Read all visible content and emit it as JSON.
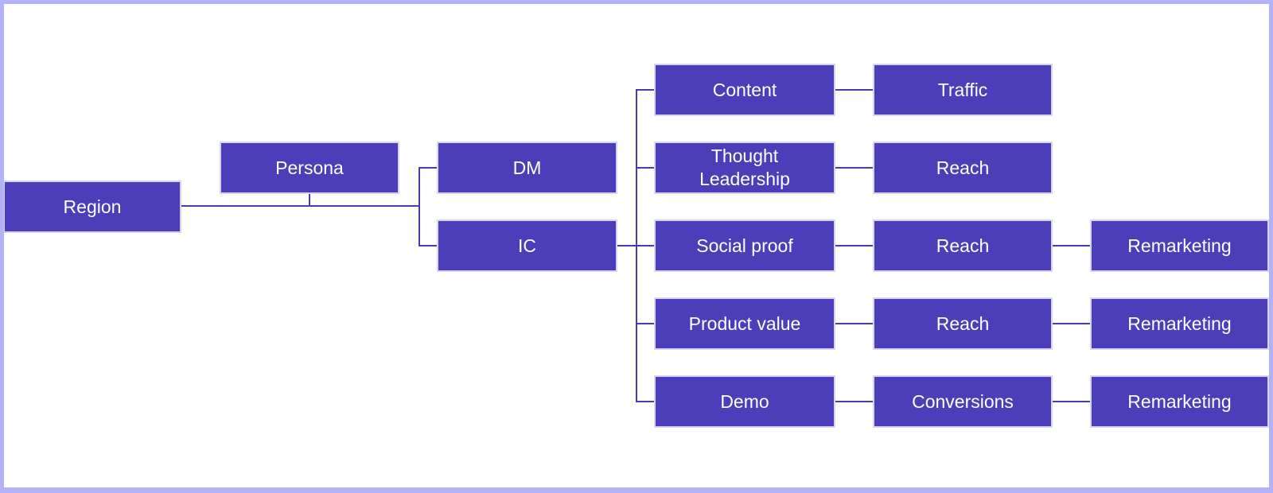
{
  "diagram": {
    "type": "flowchart",
    "colors": {
      "background": "#ffffff",
      "frame_border": "#b3b2f7",
      "node_fill": "#4c3eb8",
      "node_outline": "#d8d5f3",
      "node_text": "#ffffff",
      "connector": "#4a3aae"
    },
    "nodes": [
      {
        "id": "region",
        "label": "Region"
      },
      {
        "id": "persona",
        "label": "Persona"
      },
      {
        "id": "dm",
        "label": "DM"
      },
      {
        "id": "ic",
        "label": "IC"
      },
      {
        "id": "content",
        "label": "Content"
      },
      {
        "id": "traffic",
        "label": "Traffic"
      },
      {
        "id": "thought-leadership",
        "label": "Thought Leadership"
      },
      {
        "id": "reach-row2",
        "label": "Reach"
      },
      {
        "id": "social-proof",
        "label": "Social proof"
      },
      {
        "id": "reach-row3",
        "label": "Reach"
      },
      {
        "id": "remarketing-row3",
        "label": "Remarketing"
      },
      {
        "id": "product-value",
        "label": "Product value"
      },
      {
        "id": "reach-row4",
        "label": "Reach"
      },
      {
        "id": "remarketing-row4",
        "label": "Remarketing"
      },
      {
        "id": "demo",
        "label": "Demo"
      },
      {
        "id": "conversions",
        "label": "Conversions"
      },
      {
        "id": "remarketing-row5",
        "label": "Remarketing"
      }
    ],
    "edges": [
      {
        "from": "region",
        "to": "dm"
      },
      {
        "from": "region",
        "to": "ic"
      },
      {
        "from": "persona",
        "to": "region-branch-line"
      },
      {
        "from": "ic",
        "to": "content"
      },
      {
        "from": "ic",
        "to": "thought-leadership"
      },
      {
        "from": "ic",
        "to": "social-proof"
      },
      {
        "from": "ic",
        "to": "product-value"
      },
      {
        "from": "ic",
        "to": "demo"
      },
      {
        "from": "content",
        "to": "traffic"
      },
      {
        "from": "thought-leadership",
        "to": "reach-row2"
      },
      {
        "from": "social-proof",
        "to": "reach-row3"
      },
      {
        "from": "reach-row3",
        "to": "remarketing-row3"
      },
      {
        "from": "product-value",
        "to": "reach-row4"
      },
      {
        "from": "reach-row4",
        "to": "remarketing-row4"
      },
      {
        "from": "demo",
        "to": "conversions"
      },
      {
        "from": "conversions",
        "to": "remarketing-row5"
      }
    ]
  }
}
